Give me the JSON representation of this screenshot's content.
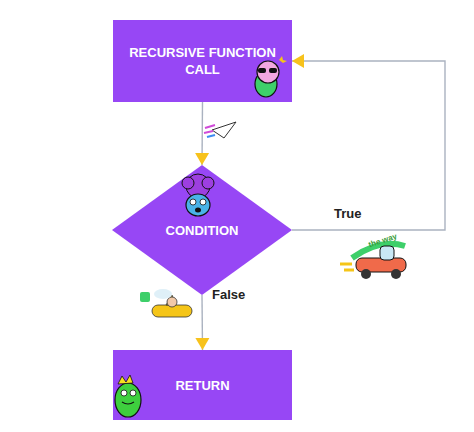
{
  "diagram": {
    "nodes": [
      {
        "text": [
          "RECURSIVE FUNCTION CALL"
        ]
      },
      {
        "text": [
          "CONDITION"
        ]
      },
      {
        "text": [
          "RETURN"
        ]
      }
    ],
    "edges": [
      {
        "from": 0,
        "to": 1,
        "arrow": "to"
      },
      {
        "from": 1,
        "to": 0,
        "label": "True",
        "arrow": "to"
      },
      {
        "from": 1,
        "to": 2,
        "label": "False",
        "arrow": "to"
      }
    ],
    "labels": [
      "the way"
    ]
  }
}
